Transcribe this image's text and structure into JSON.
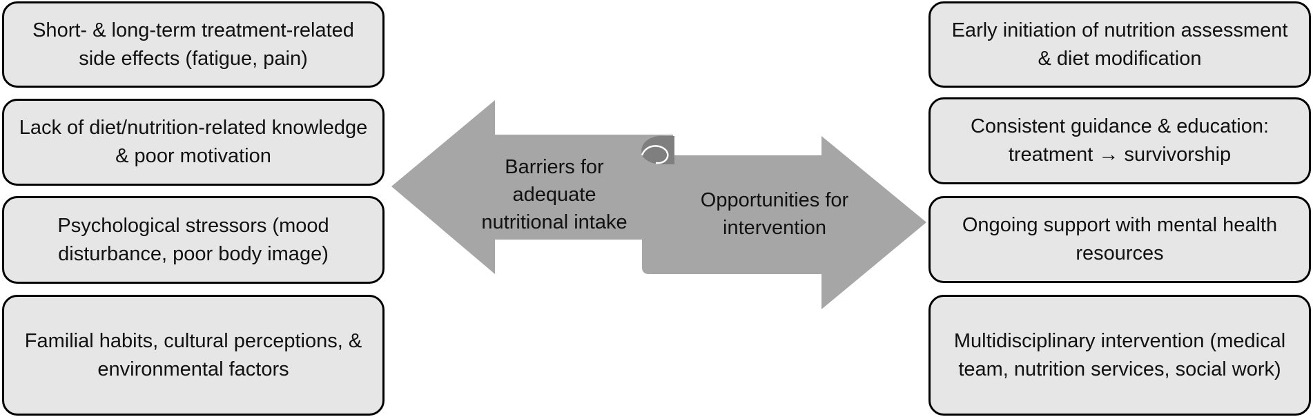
{
  "barriers": [
    "Short- & long-term treatment-related side effects (fatigue, pain)",
    "Lack of diet/nutrition-related knowledge & poor motivation",
    "Psychological stressors (mood disturbance, poor body image)",
    "Familial habits, cultural perceptions, & environmental factors"
  ],
  "opportunities": [
    "Early initiation of nutrition assessment & diet modification",
    "Consistent guidance & education: treatment → survivorship",
    "Ongoing support with mental health resources",
    "Multidisciplinary intervention (medical team, nutrition services, social work)"
  ],
  "left_arrow_label": "Barriers for adequate nutritional intake",
  "right_arrow_label": "Opportunities for intervention",
  "colors": {
    "box_fill": "#e6e6e6",
    "box_border": "#000000",
    "arrow_fill": "#a6a6a6",
    "scroll_shadow": "#7f7f7f"
  }
}
